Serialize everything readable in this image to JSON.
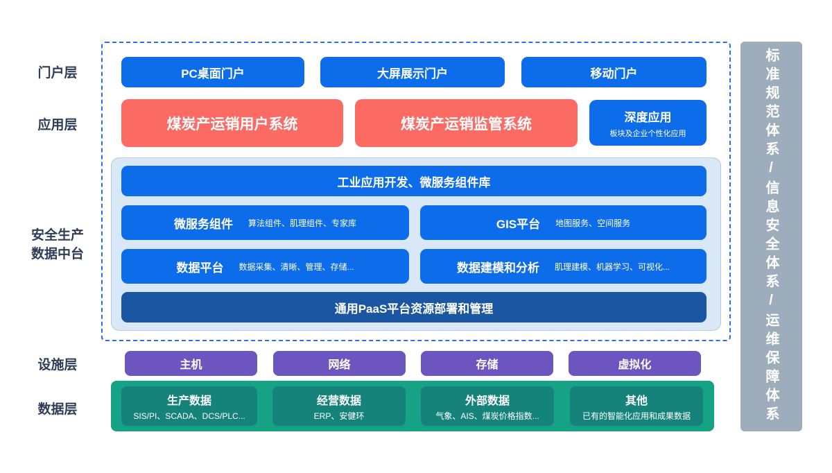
{
  "layer_labels": {
    "portal": "门户层",
    "application": "应用层",
    "middle_platform_line1": "安全生产",
    "middle_platform_line2": "数据中台",
    "facility": "设施层",
    "data": "数据层"
  },
  "portal_row": {
    "items": [
      {
        "label": "PC桌面门户"
      },
      {
        "label": "大屏展示门户"
      },
      {
        "label": "移动门户"
      }
    ]
  },
  "application_row": {
    "systems": [
      {
        "label": "煤炭产运销用户系统"
      },
      {
        "label": "煤炭产运销监管系统"
      }
    ],
    "deep_app": {
      "title": "深度应用",
      "subtitle": "板块及企业个性化应用"
    }
  },
  "middle_platform": {
    "top_bar": "工业应用开发、微服务组件库",
    "cells": [
      {
        "title": "微服务组件",
        "subtitle": "算法组件、肌理组件、专家库"
      },
      {
        "title": "GIS平台",
        "subtitle": "地图服务、空间服务"
      },
      {
        "title": "数据平台",
        "subtitle": "数据采集、清晰、管理、存储..."
      },
      {
        "title": "数据建模和分析",
        "subtitle": "肌理建模、机器学习、可视化..."
      }
    ],
    "bottom_bar": "通用PaaS平台资源部署和管理"
  },
  "facility_row": {
    "items": [
      {
        "label": "主机"
      },
      {
        "label": "网络"
      },
      {
        "label": "存储"
      },
      {
        "label": "虚拟化"
      }
    ]
  },
  "data_row": {
    "items": [
      {
        "title": "生产数据",
        "subtitle": "SIS/PI、SCADA、DCS/PLC..."
      },
      {
        "title": "经营数据",
        "subtitle": "ERP、安健环"
      },
      {
        "title": "外部数据",
        "subtitle": "气象、AIS、煤炭价格指数..."
      },
      {
        "title": "其他",
        "subtitle": "已有的智能化应用和成果数据"
      }
    ]
  },
  "side_bar": {
    "text": "标准规范体系/信息安全体系/运维保障体系"
  },
  "colors": {
    "primary_blue": "#0d6ce9",
    "coral_red": "#fb6a63",
    "dark_blue": "#1b56a2",
    "panel_light_blue": "#d9e8f7",
    "purple": "#6c55be",
    "green": "#16a285",
    "teal": "#15837a",
    "gray_blue": "#9dadbc",
    "label_navy": "#2e3c57",
    "dashed_border_blue": "#2e6de5"
  }
}
